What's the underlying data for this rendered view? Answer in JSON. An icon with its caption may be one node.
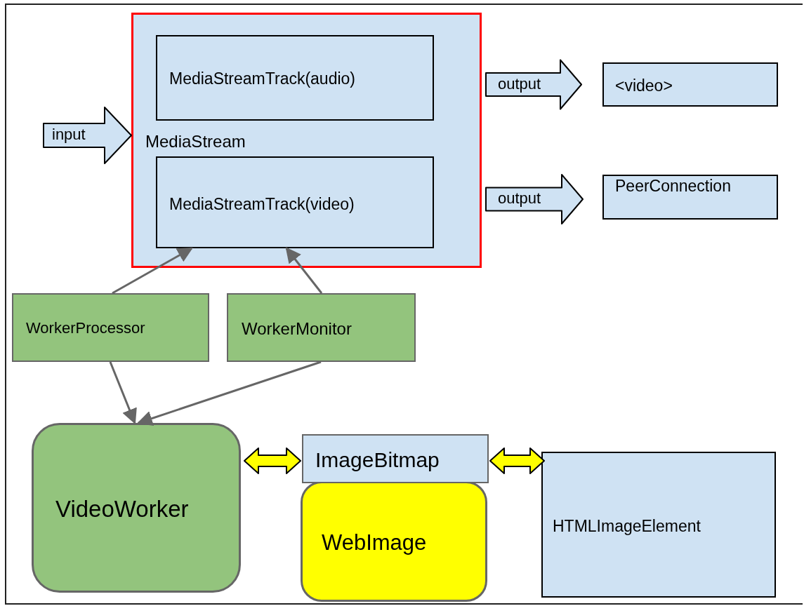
{
  "diagram": {
    "nodes": [
      {
        "text": [
          "MediaStream"
        ]
      },
      {
        "text": [
          "MediaStreamTrack(audio)"
        ],
        "in": 0
      },
      {
        "text": [
          "MediaStreamTrack(video)"
        ],
        "in": 0
      },
      {
        "text": [
          "<video>"
        ]
      },
      {
        "text": [
          "PeerConnection"
        ]
      },
      {
        "text": [
          "WorkerProcessor"
        ]
      },
      {
        "text": [
          "WorkerMonitor"
        ]
      },
      {
        "text": [
          "VideoWorker"
        ]
      },
      {
        "text": [
          "ImageBitmap"
        ]
      },
      {
        "text": [
          "WebImage"
        ]
      },
      {
        "text": [
          "HTMLImageElement"
        ]
      }
    ],
    "edges": [
      {
        "from": null,
        "to": 0,
        "arrow": "to",
        "label": "input",
        "style": "thick",
        "color": "#cfe2f3"
      },
      {
        "from": 0,
        "to": 3,
        "arrow": "to",
        "label": "output",
        "style": "thick",
        "color": "#cfe2f3"
      },
      {
        "from": 0,
        "to": 4,
        "arrow": "to",
        "label": "output",
        "style": "thick",
        "color": "#cfe2f3"
      },
      {
        "from": 5,
        "to": 2,
        "arrow": "to"
      },
      {
        "from": 6,
        "to": 2,
        "arrow": "to"
      },
      {
        "from": 5,
        "to": 7,
        "arrow": "to"
      },
      {
        "from": 6,
        "to": 7,
        "arrow": "to"
      },
      {
        "from": 7,
        "to": 8,
        "arrow": "both",
        "style": "thick",
        "color": "#ffff00"
      },
      {
        "from": 8,
        "to": 10,
        "arrow": "both",
        "style": "thick",
        "color": "#ffff00"
      }
    ]
  }
}
